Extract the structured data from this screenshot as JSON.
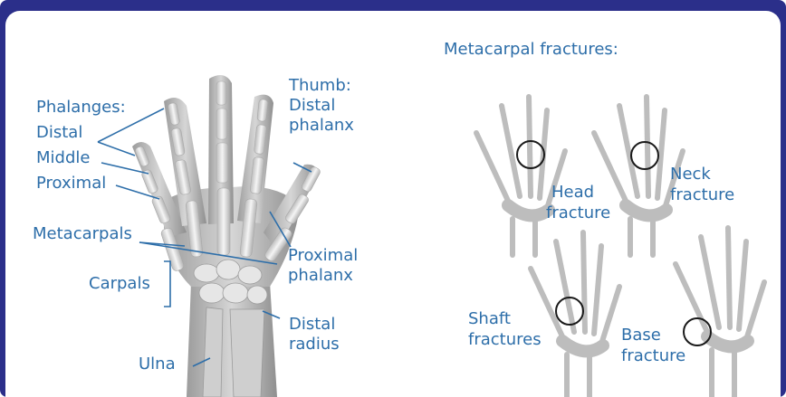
{
  "left_diagram": {
    "phalanges": "Phalanges:",
    "distal": "Distal",
    "middle": "Middle",
    "proximal": "Proximal",
    "thumb_line1": "Thumb:",
    "thumb_line2": "Distal",
    "thumb_line3": "phalanx",
    "metacarpals": "Metacarpals",
    "carpals": "Carpals",
    "proximal_phalanx_line1": "Proximal",
    "proximal_phalanx_line2": "phalanx",
    "ulna": "Ulna",
    "distal_radius_line1": "Distal",
    "distal_radius_line2": "radius"
  },
  "right_diagram": {
    "title": "Metacarpal fractures:",
    "head_line1": "Head",
    "head_line2": "fracture",
    "neck_line1": "Neck",
    "neck_line2": "fracture",
    "shaft_line1": "Shaft",
    "shaft_line2": "fractures",
    "base_line1": "Base",
    "base_line2": "fracture"
  },
  "colors": {
    "frame": "#2b2f8a",
    "label": "#2d6ea9",
    "bone": "#d9d9d9",
    "bone_shadow": "#9a9a9a",
    "circle": "#1a1a1a"
  }
}
